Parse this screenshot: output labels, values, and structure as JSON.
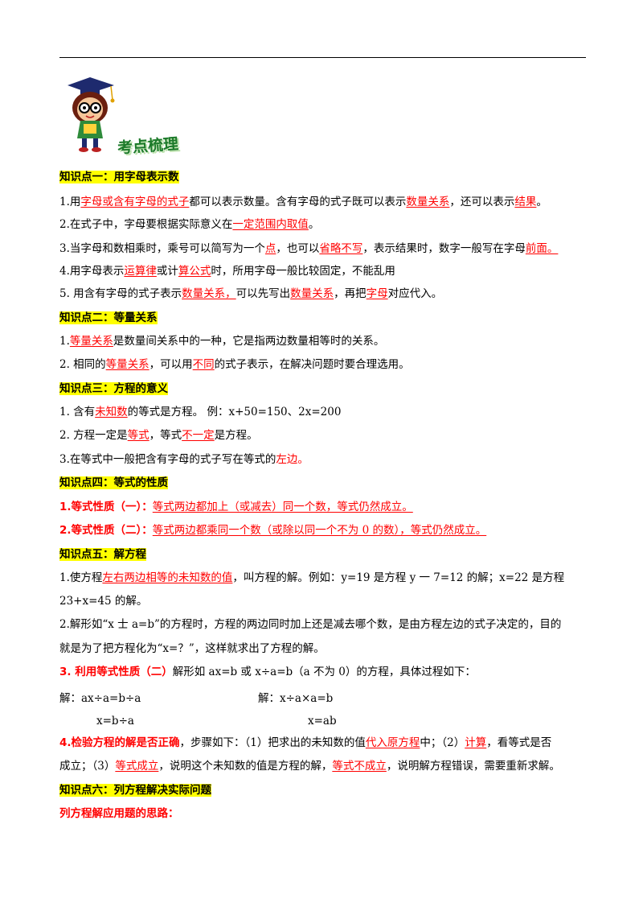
{
  "header_title": "考点梳理",
  "lines": [
    [
      {
        "t": "知识点一：用字母表示数",
        "s": "hl"
      }
    ],
    [
      {
        "t": "1.用"
      },
      {
        "t": "字母或含有字母的式子",
        "s": "u"
      },
      {
        "t": "都可以表示数量。含有字母的式子既可以表示"
      },
      {
        "t": "数量关系",
        "s": "u"
      },
      {
        "t": "，还可以表示"
      },
      {
        "t": "结果",
        "s": "u"
      },
      {
        "t": "。"
      }
    ],
    [
      {
        "t": "2.在式子中，字母要根据实际意义在"
      },
      {
        "t": "一定范围内取值",
        "s": "u"
      },
      {
        "t": "。"
      }
    ],
    [
      {
        "t": "3.当字母和数相乘时，乘号可以简写为一个"
      },
      {
        "t": "点",
        "s": "u"
      },
      {
        "t": "，也可以"
      },
      {
        "t": "省略不写",
        "s": "u"
      },
      {
        "t": "，表示结果时，数字一般写在字母"
      },
      {
        "t": "前面。",
        "s": "u"
      }
    ],
    [
      {
        "t": "4.用字母表示"
      },
      {
        "t": "运算律",
        "s": "u"
      },
      {
        "t": "或计"
      },
      {
        "t": "算公式",
        "s": "u"
      },
      {
        "t": "时，所用字母一般比较固定，不能乱用"
      }
    ],
    [
      {
        "t": "5. 用含有字母的式子表示"
      },
      {
        "t": "数量关系，",
        "s": "u"
      },
      {
        "t": "可以先写出"
      },
      {
        "t": "数量关系",
        "s": "u"
      },
      {
        "t": "，再把"
      },
      {
        "t": "字母",
        "s": "u"
      },
      {
        "t": "对应代入。"
      }
    ],
    [
      {
        "t": "知识点二：等量关系",
        "s": "hl"
      }
    ],
    [
      {
        "t": "1."
      },
      {
        "t": "等量关系",
        "s": "u"
      },
      {
        "t": "是数量间关系中的一种，它是指两边数量相等时的关系。"
      }
    ],
    [
      {
        "t": "2. 相同的"
      },
      {
        "t": "等量关系",
        "s": "u"
      },
      {
        "t": "，可以用"
      },
      {
        "t": "不同",
        "s": "u"
      },
      {
        "t": "的式子表示，在解决问题时要合理选用。"
      }
    ],
    [
      {
        "t": "知识点三：方程的意义",
        "s": "hl"
      }
    ],
    [
      {
        "t": "1. 含有"
      },
      {
        "t": "未知数",
        "s": "u"
      },
      {
        "t": "的等式是方程。 例：x+50=150、2x=200"
      }
    ],
    [
      {
        "t": "2. 方程一定是"
      },
      {
        "t": "等式",
        "s": "u"
      },
      {
        "t": "，等式"
      },
      {
        "t": "不一定",
        "s": "u"
      },
      {
        "t": "是方程。"
      }
    ],
    [
      {
        "t": "3.在等式中一般把含有字母的式子写在等式的"
      },
      {
        "t": "左边",
        "s": "red"
      },
      {
        "t": "。",
        "s": "red"
      }
    ],
    [
      {
        "t": "知识点四：等式的性质",
        "s": "hl"
      }
    ],
    [
      {
        "t": "1.等式性质（一）：",
        "s": "redb"
      },
      {
        "t": "等式两边都加上（或减去）同一个数，等式仍然成立。",
        "s": "u"
      }
    ],
    [
      {
        "t": "2.等式性质（二）：",
        "s": "redb"
      },
      {
        "t": "等式两边都乘同一个数（或除以同一个不为 0 的数），等式仍然成立。",
        "s": "u"
      }
    ],
    [
      {
        "t": "知识点五：解方程",
        "s": "hl"
      }
    ],
    [
      {
        "t": "1.使方程"
      },
      {
        "t": "左右两边相等的未知数的值",
        "s": "u"
      },
      {
        "t": "，叫方程的解。例如：y=19 是方程 y 一 7=12 的解；x=22 是方程"
      }
    ],
    [
      {
        "t": "23+x=45 的解。"
      }
    ],
    [
      {
        "t": "2.解形如“x 士 a=b”的方程时，方程的两边同时加上还是减去哪个数，是由方程左边的式子决定的，目的"
      }
    ],
    [
      {
        "t": "就是为了把方程化为“x=？”，这样就求出了方程的解。"
      }
    ],
    [
      {
        "t": "3. 利用等式性质（二）",
        "s": "redb"
      },
      {
        "t": "解形如 ax=b 或 x÷a=b（a 不为 0）的方程，具体过程如下："
      }
    ],
    [
      {
        "t": "4.检验方程的解是否正确",
        "s": "redb"
      },
      {
        "t": "，步骤如下：（1）把求出的未知数的值"
      },
      {
        "t": "代入原方程",
        "s": "u"
      },
      {
        "t": "中；（2）"
      },
      {
        "t": "计算",
        "s": "u"
      },
      {
        "t": "，看等式是否"
      }
    ],
    [
      {
        "t": "成立；（3）"
      },
      {
        "t": "等式成立",
        "s": "u"
      },
      {
        "t": "，说明这个未知数的值是方程的解，"
      },
      {
        "t": "等式不成立",
        "s": "u"
      },
      {
        "t": "，说明解方程错误，需要重新求解。"
      }
    ],
    [
      {
        "t": "知识点六：列方程解决实际问题",
        "s": "hl"
      }
    ],
    [
      {
        "t": "列方程解应用题的思路：",
        "s": "redb"
      }
    ]
  ],
  "solution": {
    "left_line1": "解：ax÷a=b÷a",
    "left_line2": "x=b÷a",
    "right_line1": "解：x÷a×a=b",
    "right_line2": "x=ab"
  }
}
